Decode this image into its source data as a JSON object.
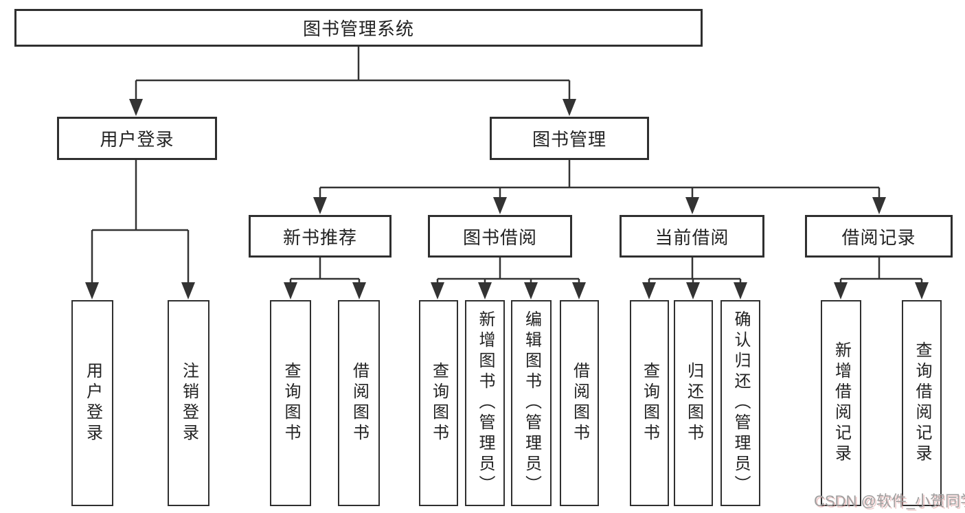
{
  "page": {
    "watermark": "CSDN @软件_小贺同学"
  },
  "colors": {
    "line": "#333333",
    "border": "#2f2f2f",
    "text": "#222222",
    "watermark": "#9f9f9f",
    "background": "#ffffff"
  },
  "tree": {
    "root": "图书管理系统",
    "branches": [
      {
        "label": "用户登录",
        "children": [
          "用户登录",
          "注销登录"
        ]
      },
      {
        "label": "图书管理",
        "sections": [
          {
            "label": "新书推荐",
            "children": [
              "查询图书",
              "借阅图书"
            ]
          },
          {
            "label": "图书借阅",
            "children": [
              "查询图书",
              "新增图书（管理员）",
              "编辑图书（管理员）",
              "借阅图书"
            ]
          },
          {
            "label": "当前借阅",
            "children": [
              "查询图书",
              "归还图书",
              "确认归还（管理员）"
            ]
          },
          {
            "label": "借阅记录",
            "children": [
              "新增借阅记录",
              "查询借阅记录"
            ]
          }
        ]
      }
    ]
  }
}
